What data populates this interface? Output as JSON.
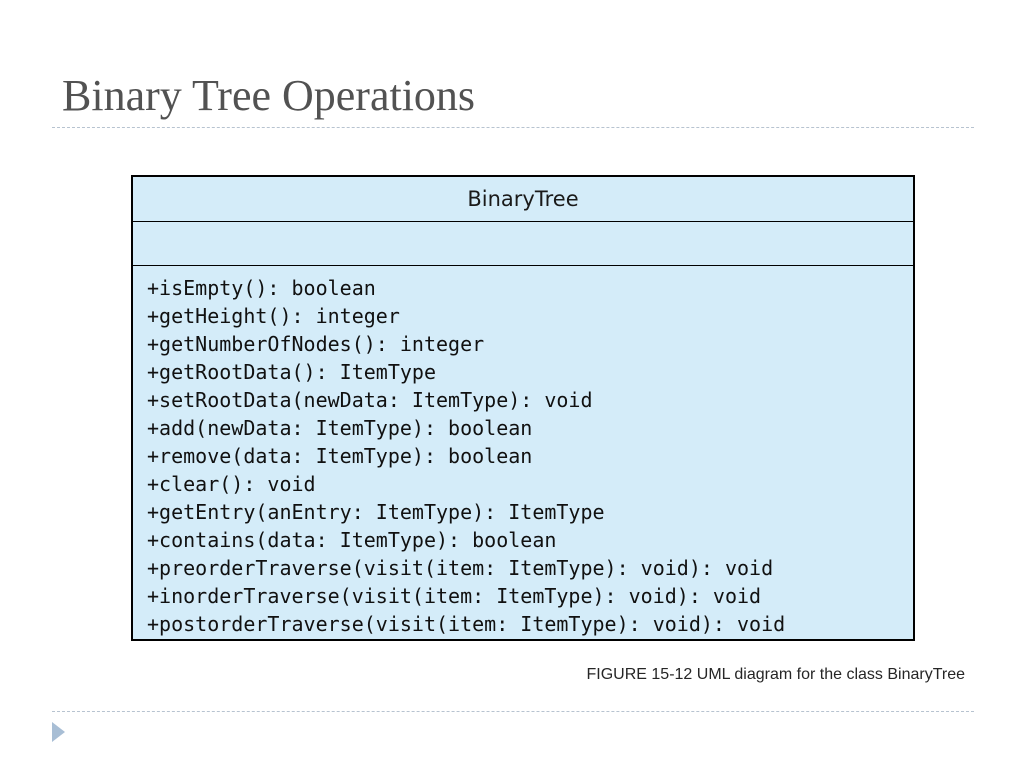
{
  "slide": {
    "title": "Binary Tree Operations",
    "caption": "FIGURE 15-12 UML diagram for the class BinaryTree"
  },
  "uml": {
    "class_name": "BinaryTree",
    "attributes": [],
    "operations": [
      "+isEmpty(): boolean",
      "+getHeight(): integer",
      "+getNumberOfNodes(): integer",
      "+getRootData(): ItemType",
      "+setRootData(newData: ItemType): void",
      "+add(newData: ItemType): boolean",
      "+remove(data: ItemType): boolean",
      "+clear(): void",
      "+getEntry(anEntry: ItemType): ItemType",
      "+contains(data: ItemType): boolean",
      "+preorderTraverse(visit(item: ItemType): void): void",
      "+inorderTraverse(visit(item: ItemType): void): void",
      "+postorderTraverse(visit(item: ItemType): void): void"
    ]
  },
  "colors": {
    "box_fill": "#d4ecf9",
    "title_text": "#525252",
    "divider": "#b7c3d0",
    "bullet": "#a8bed5"
  },
  "icons": {
    "bullet": "triangle-right-icon"
  }
}
